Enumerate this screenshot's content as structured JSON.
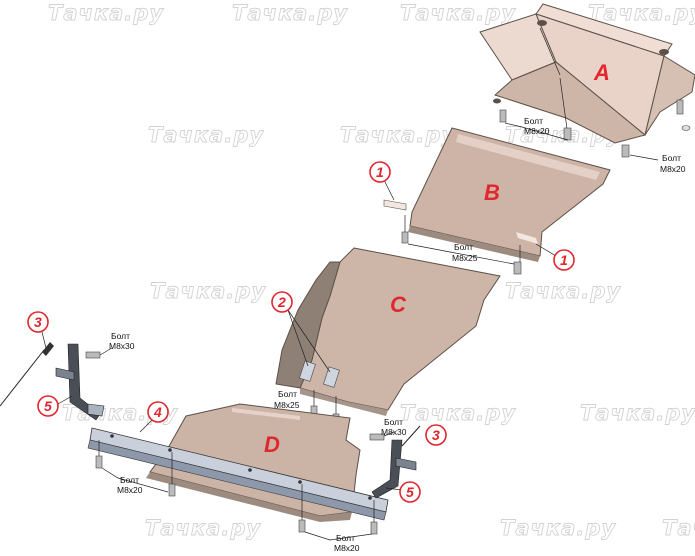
{
  "watermark_text": "Тачка.ру",
  "plates": {
    "a": "A",
    "b": "B",
    "c": "C",
    "d": "D"
  },
  "bolts": {
    "m8x20": {
      "word": "Болт",
      "size": "M8x20"
    },
    "m8x25": {
      "word": "Болт",
      "size": "M8x25"
    },
    "m8x30": {
      "word": "Болт",
      "size": "M8x30"
    }
  },
  "callouts": {
    "one": "1",
    "three": "3",
    "four": "4",
    "five": "5",
    "two": "2"
  },
  "colors": {
    "plate_light": "#e9d3c8",
    "plate_mid": "#cbb3a6",
    "plate_dark": "#8f8075",
    "callout_red": "#e1262d"
  }
}
